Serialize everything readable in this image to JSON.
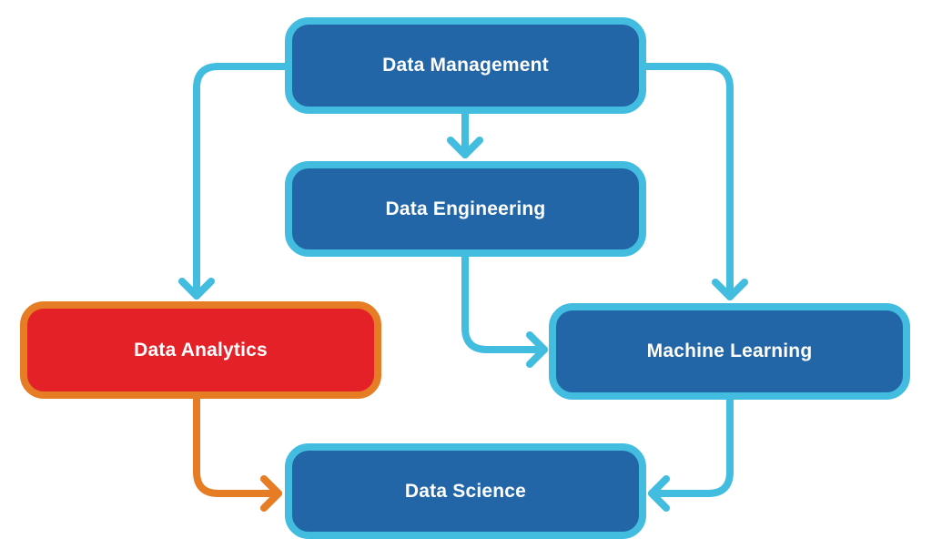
{
  "diagram": {
    "nodes": {
      "data_management": "Data Management",
      "data_engineering": "Data Engineering",
      "data_analytics": "Data Analytics",
      "machine_learning": "Machine Learning",
      "data_science": "Data Science"
    },
    "edges": [
      {
        "from": "Data Management",
        "to": "Data Engineering"
      },
      {
        "from": "Data Management",
        "to": "Data Analytics"
      },
      {
        "from": "Data Management",
        "to": "Machine Learning"
      },
      {
        "from": "Data Engineering",
        "to": "Machine Learning"
      },
      {
        "from": "Data Analytics",
        "to": "Data Science"
      },
      {
        "from": "Machine Learning",
        "to": "Data Science"
      }
    ],
    "colors": {
      "node_fill": "#2266a8",
      "node_border": "#42bde0",
      "highlight_fill": "#e52128",
      "highlight_border": "#e67c23",
      "connector": "#42bde0",
      "highlight_connector": "#e67c23",
      "text": "#ffffff"
    }
  }
}
